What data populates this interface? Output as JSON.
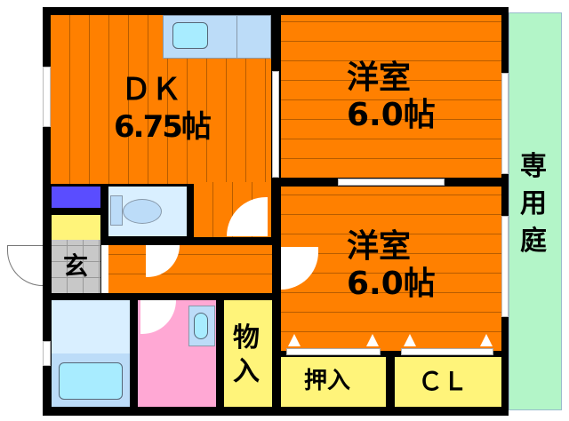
{
  "floorplan": {
    "rooms": {
      "dk": {
        "name": "ＤＫ",
        "size": "6.75帖"
      },
      "western_room_1": {
        "name": "洋室",
        "size": "6.0帖"
      },
      "western_room_2": {
        "name": "洋室",
        "size": "6.0帖"
      },
      "entrance": {
        "name": "玄"
      },
      "storage": {
        "name_line1": "物",
        "name_line2": "入"
      },
      "closet_oshiire": {
        "name": "押入"
      },
      "closet_cl": {
        "name": "ＣＬ"
      },
      "private_garden": {
        "line1": "専",
        "line2": "用",
        "line3": "庭"
      }
    },
    "colors": {
      "floor": "#ff8000",
      "garden": "#b3f5c8",
      "storage": "#fff47a",
      "washroom": "#ffa8d4",
      "bath": "#d9efff",
      "shoe_box": "#5a4dff",
      "entrance_tile": "#c8c8c8"
    }
  }
}
